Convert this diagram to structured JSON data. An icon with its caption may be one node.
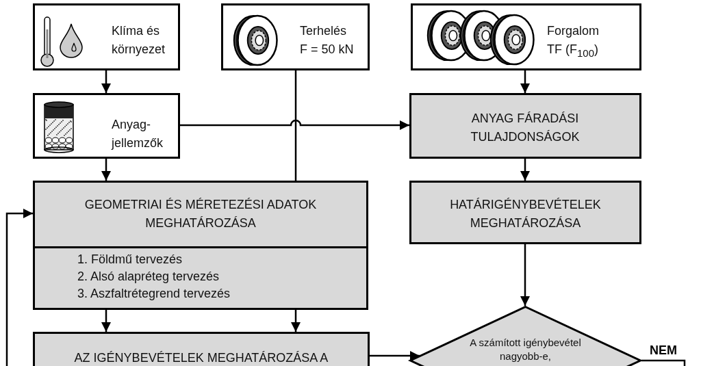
{
  "diagram": {
    "nodes": [
      {
        "text": [
          "Klíma és környezet"
        ]
      },
      {
        "text": [
          "Terhelés F = 50 kN"
        ]
      },
      {
        "text": [
          "Forgalom TF (F$_{100}$)"
        ]
      },
      {
        "text": [
          "Anyag-jellemzők"
        ]
      },
      {
        "text": [
          "ANYAG FÁRADÁSI TULAJDONSÁGOK"
        ]
      },
      {
        "text": [
          "GEOMETRIAI ÉS MÉRETEZÉSI ADATOK MEGHATÁROZÁSA",
          "1. Földmű tervezés",
          "2. Alsó alapréteg tervezés",
          "3. Aszfaltrétegrend tervezés"
        ]
      },
      {
        "text": [
          "HATÁRIGÉNYBEVÉTELEK MEGHATÁROZÁSA"
        ]
      },
      {
        "text": [
          "AZ IGÉNYBEVÉTELEK MEGHATÁROZÁSA A"
        ]
      },
      {
        "text": [
          "A számított igénybevétel nagyobb-e,"
        ]
      }
    ],
    "edges": [
      {
        "from": 0,
        "to": 3,
        "arrow": "to"
      },
      {
        "from": 1,
        "to": 5,
        "arrow": "none"
      },
      {
        "from": 3,
        "to": 4,
        "arrow": "to"
      },
      {
        "from": 3,
        "to": 5,
        "arrow": "to"
      },
      {
        "from": 2,
        "to": 4,
        "arrow": "to"
      },
      {
        "from": 4,
        "to": 6,
        "arrow": "to"
      },
      {
        "from": 6,
        "to": 8,
        "arrow": "to"
      },
      {
        "from": 5,
        "to": 7,
        "arrow": "to"
      },
      {
        "from": 5,
        "to": 7,
        "arrow": "to"
      },
      {
        "from": 7,
        "to": 8,
        "arrow": "to"
      },
      {
        "from": 8,
        "to": null,
        "arrow": "none",
        "label": "NEM"
      },
      {
        "from": null,
        "to": 5,
        "arrow": "to"
      }
    ]
  }
}
